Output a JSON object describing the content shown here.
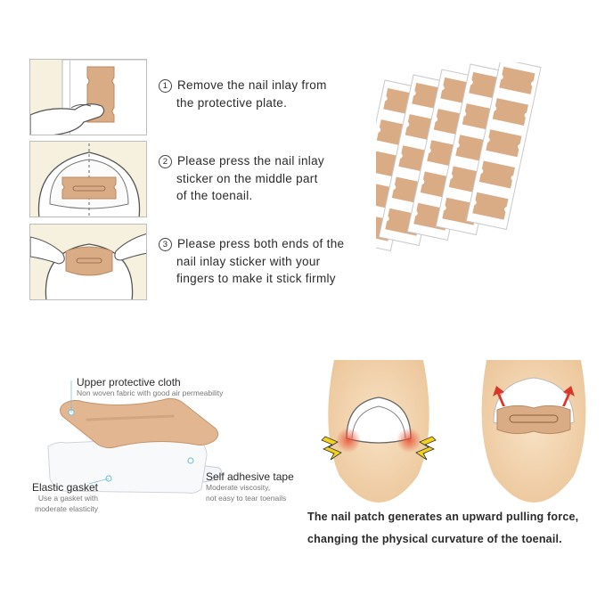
{
  "steps": [
    {
      "num": "1",
      "line1": "Remove the nail inlay from",
      "line2": "the protective plate.",
      "line3": ""
    },
    {
      "num": "2",
      "line1": "Please press the nail inlay",
      "line2": "sticker on the middle part",
      "line3": "of the toenail."
    },
    {
      "num": "3",
      "line1": "Please press both ends of the",
      "line2": "nail inlay sticker with your",
      "line3": "fingers to make it stick firmly"
    }
  ],
  "layers": {
    "upper": {
      "title": "Upper protective cloth",
      "desc": "Non woven fabric with good air permeability"
    },
    "adhesive": {
      "title": "Self adhesive tape",
      "desc1": "Moderate viscosity,",
      "desc2": "not easy to tear toenails"
    },
    "gasket": {
      "title": "Elastic gasket",
      "desc1": "Use a gasket with",
      "desc2": "moderate elasticity"
    }
  },
  "caption": {
    "line1": "The nail patch generates an upward pulling force,",
    "line2": "changing the physical curvature of the toenail."
  },
  "colors": {
    "patch": "#d9ac86",
    "skin": "#f3d7b3",
    "arrow": "#d9372a",
    "spark": "#f4d21a"
  }
}
